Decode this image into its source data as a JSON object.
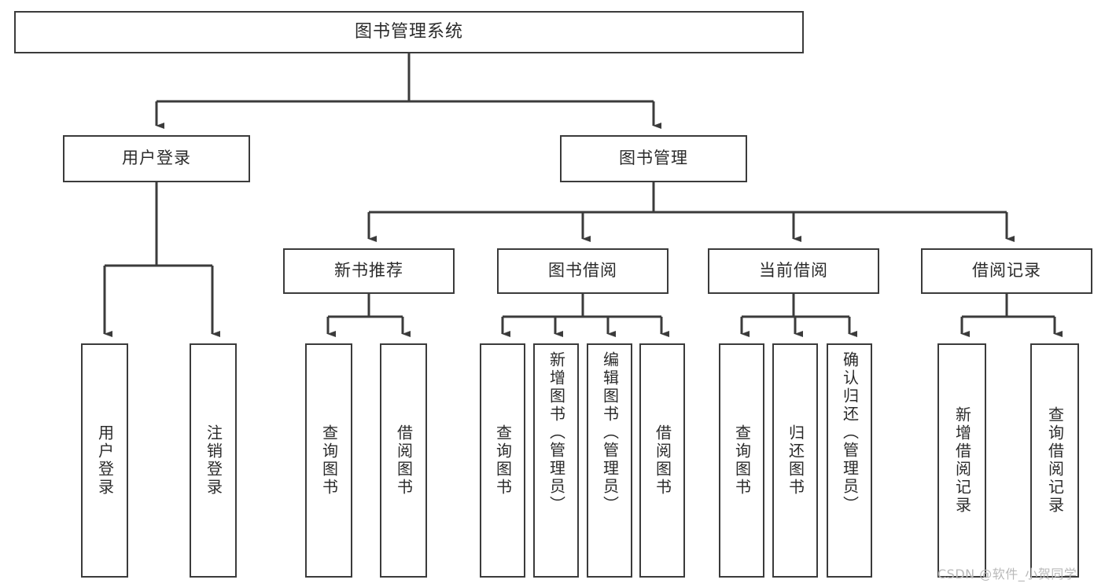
{
  "diagram": {
    "title": "图书管理系统",
    "type": "functional-structure-tree",
    "root": {
      "label": "图书管理系统"
    },
    "level1": [
      {
        "label": "用户登录"
      },
      {
        "label": "图书管理"
      }
    ],
    "level2": [
      {
        "label": "新书推荐"
      },
      {
        "label": "图书借阅"
      },
      {
        "label": "当前借阅"
      },
      {
        "label": "借阅记录"
      }
    ],
    "leaves": {
      "user_login": [
        {
          "label": "用户登录"
        },
        {
          "label": "注销登录"
        }
      ],
      "new_book_recommend": [
        {
          "label": "查询图书"
        },
        {
          "label": "借阅图书"
        }
      ],
      "book_borrow": [
        {
          "label": "查询图书"
        },
        {
          "label": "新增图书（管理员）"
        },
        {
          "label": "编辑图书（管理员）"
        },
        {
          "label": "借阅图书"
        }
      ],
      "current_borrow": [
        {
          "label": "查询图书"
        },
        {
          "label": "归还图书"
        },
        {
          "label": "确认归还（管理员）"
        }
      ],
      "borrow_record": [
        {
          "label": "新增借阅记录"
        },
        {
          "label": "查询借阅记录"
        }
      ]
    }
  },
  "watermark": {
    "text": "CSDN @软件_小贺同学"
  },
  "colors": {
    "stroke": "#3b3b3b",
    "fill": "#ffffff",
    "text": "#2b2b2b",
    "watermark": "#b9b9b9"
  }
}
